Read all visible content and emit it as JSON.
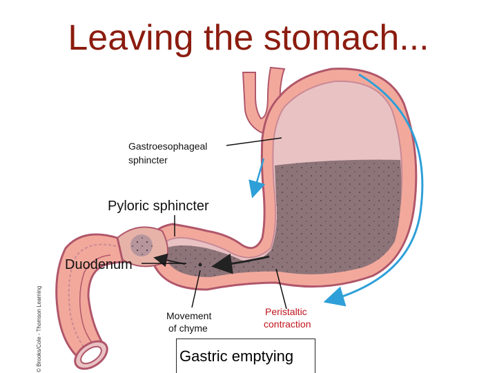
{
  "title": "Leaving the stomach...",
  "labels": {
    "gastroesophageal_line1": "Gastroesophageal",
    "gastroesophageal_line2": "sphincter",
    "pyloric": "Pyloric sphincter",
    "duodenum": "Duodenum",
    "movement_line1": "Movement",
    "movement_line2": "of chyme",
    "peristaltic_line1": "Peristaltic",
    "peristaltic_line2": "contraction",
    "gastric_emptying": "Gastric emptying"
  },
  "credit": "© Brooks/Cole - Thomson Learning",
  "colors": {
    "title": "#8b1c0f",
    "peristaltic_label": "#c0141d",
    "stomach_wall": "#f2a99c",
    "stomach_wall_outline": "#b0566a",
    "chyme": "#8d7479",
    "arrow_blue": "#2e9fd8"
  }
}
